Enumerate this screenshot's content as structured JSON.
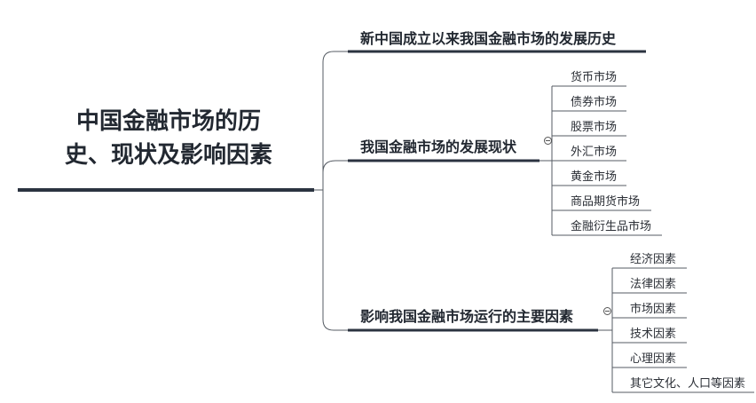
{
  "root": {
    "title_line1": "中国金融市场的历",
    "title_line2": "史、现状及影响因素"
  },
  "branches": [
    {
      "label": "新中国成立以来我国金融市场的发展历史",
      "children": []
    },
    {
      "label": "我国金融市场的发展现状",
      "collapsed": false,
      "children": [
        "货币市场",
        "债券市场",
        "股票市场",
        "外汇市场",
        "黄金市场",
        "商品期货市场",
        "金融衍生品市场"
      ]
    },
    {
      "label": "影响我国金融市场运行的主要因素",
      "collapsed": false,
      "children": [
        "经济因素",
        "法律因素",
        "市场因素",
        "技术因素",
        "心理因素",
        "其它文化、人口等因素"
      ]
    }
  ],
  "colors": {
    "main_line": "#2b3340",
    "thin_line": "#555b63",
    "text": "#222831"
  },
  "icons": {
    "collapse": "minus-circle-icon"
  }
}
